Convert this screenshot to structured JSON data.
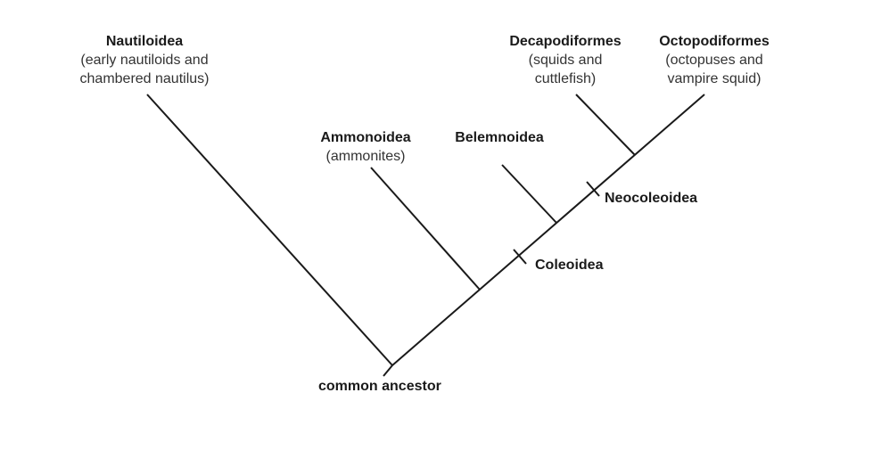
{
  "taxa": [
    {
      "id": "nautiloidea",
      "name": "Nautiloidea",
      "desc": [
        "(early nautiloids and",
        "chambered nautilus)"
      ]
    },
    {
      "id": "ammonoidea",
      "name": "Ammonoidea",
      "desc": [
        "(ammonites)"
      ]
    },
    {
      "id": "belemnoidea",
      "name": "Belemnoidea",
      "desc": []
    },
    {
      "id": "decapodiformes",
      "name": "Decapodiformes",
      "desc": [
        "(squids and",
        "cuttlefish)"
      ]
    },
    {
      "id": "octopodiformes",
      "name": "Octopodiformes",
      "desc": [
        "(octopuses and",
        "vampire squid)"
      ]
    }
  ],
  "clades": [
    {
      "id": "coleoidea",
      "name": "Coleoidea"
    },
    {
      "id": "neocoleoidea",
      "name": "Neocoleoidea"
    }
  ],
  "root": {
    "name": "common ancestor"
  }
}
